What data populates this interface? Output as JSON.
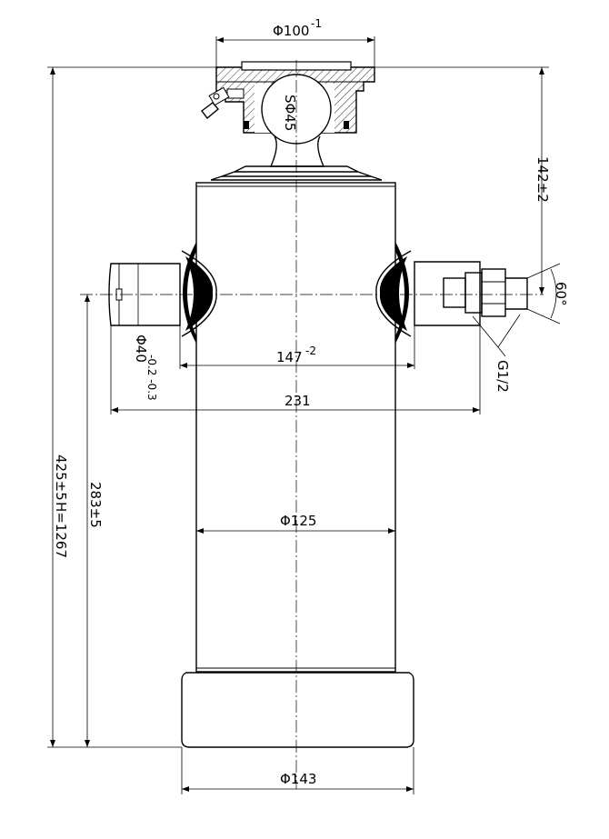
{
  "dimensions": {
    "top_flange_diameter": "Φ100",
    "top_flange_tolerance": "-1",
    "ball_diameter": "SΦ45",
    "top_height": "142±2",
    "nozzle_span": "147",
    "nozzle_span_tolerance": "-2",
    "overall_nozzle_span": "231",
    "nozzle_diameter": "Φ40",
    "nozzle_diameter_tolerance": "-0.2 -0.3",
    "thread": "G1/2",
    "angle": "60°",
    "body_diameter": "Φ125",
    "base_diameter": "Φ143",
    "stroke_height": "425±5",
    "closed_height": "H=1267",
    "nozzle_height": "283±5"
  }
}
